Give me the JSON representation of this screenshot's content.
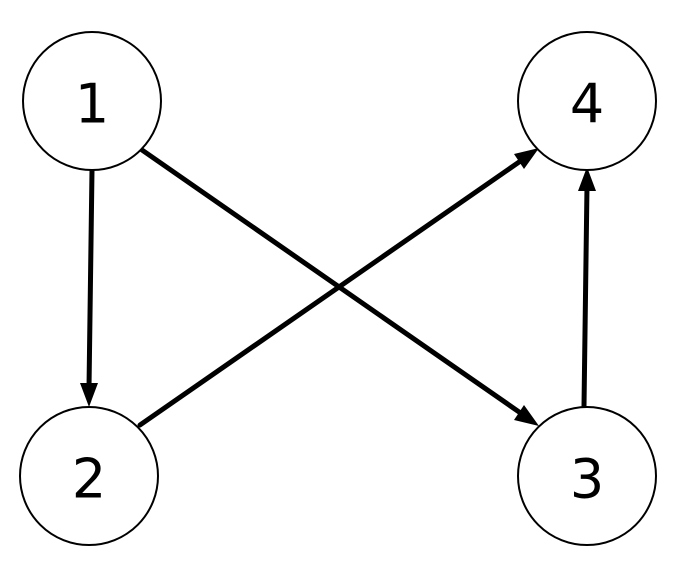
{
  "nodes": [
    {
      "id": "1",
      "label": "1"
    },
    {
      "id": "2",
      "label": "2"
    },
    {
      "id": "3",
      "label": "3"
    },
    {
      "id": "4",
      "label": "4"
    }
  ],
  "edges": [
    {
      "from": "1",
      "to": "2"
    },
    {
      "from": "1",
      "to": "3"
    },
    {
      "from": "2",
      "to": "4"
    },
    {
      "from": "3",
      "to": "4"
    }
  ],
  "colors": {
    "stroke": "#000000",
    "fill": "#ffffff"
  }
}
